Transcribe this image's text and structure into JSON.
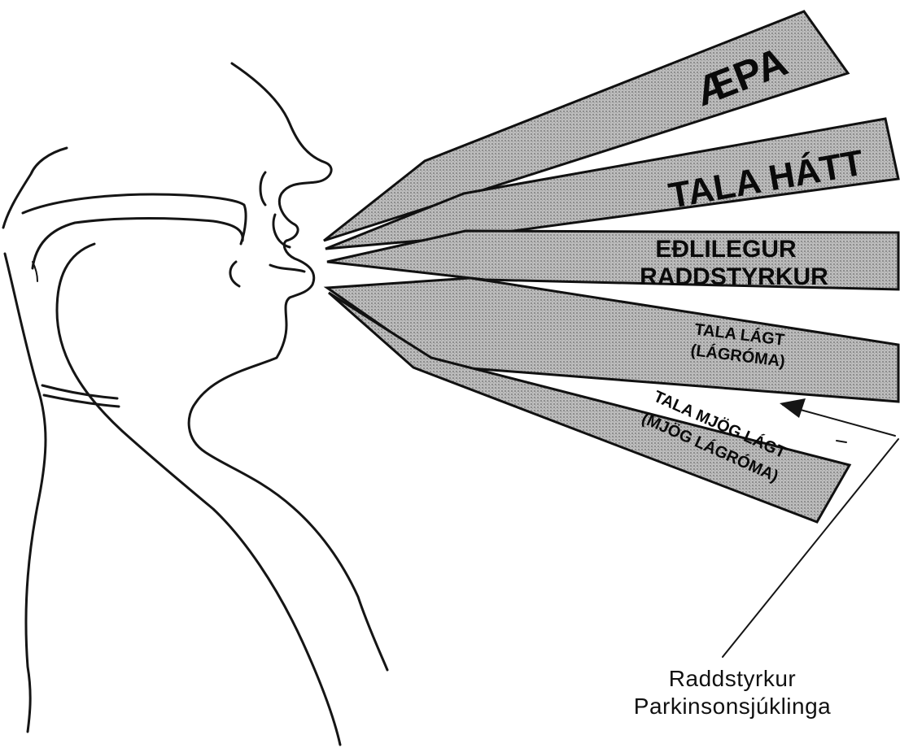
{
  "beams": [
    {
      "id": "beam-aepa",
      "lines": [
        "ÆPA"
      ]
    },
    {
      "id": "beam-tala-hatt",
      "lines": [
        "TALA HÁTT"
      ]
    },
    {
      "id": "beam-edlilegur",
      "lines": [
        "EÐLILEGUR",
        "RADDSTYRKUR"
      ]
    },
    {
      "id": "beam-tala-lagt",
      "lines": [
        "TALA LÁGT",
        "(LÁGRÓMA)"
      ]
    },
    {
      "id": "beam-mjog-lagt",
      "lines": [
        "TALA MJÖG LÁGT",
        "(MJÖG LÁGRÓMA)"
      ]
    }
  ],
  "caption": {
    "line1": "Raddstyrkur",
    "line2": "Parkinsonsjúklinga"
  }
}
